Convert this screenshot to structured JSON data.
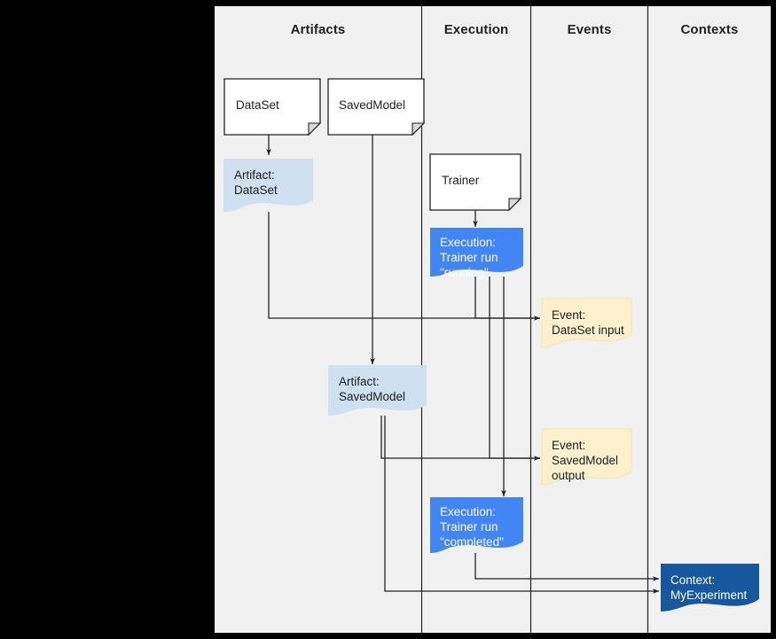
{
  "canvas": {
    "background_color": "#f1f1f1",
    "outer_background_color": "#000000",
    "divider_color": "#202124"
  },
  "columns": [
    {
      "id": "artifacts",
      "title": "Artifacts"
    },
    {
      "id": "execution",
      "title": "Execution"
    },
    {
      "id": "events",
      "title": "Events"
    },
    {
      "id": "contexts",
      "title": "Contexts"
    }
  ],
  "palette": {
    "type_box_fill": "#ffffff",
    "type_box_stroke": "#202124",
    "artifact_fill": "#cfe0f0",
    "execution_fill": "#4285f4",
    "event_fill": "#fdf0cd",
    "event_stroke": "#f5e3a8",
    "context_fill": "#16579d",
    "connector_color": "#202124"
  },
  "nodes": [
    {
      "id": "type-dataset",
      "kind": "type-box",
      "column": "artifacts",
      "label": "DataSet"
    },
    {
      "id": "type-savedmodel",
      "kind": "type-box",
      "column": "artifacts",
      "label": "SavedModel"
    },
    {
      "id": "type-trainer",
      "kind": "type-box",
      "column": "execution",
      "label": "Trainer"
    },
    {
      "id": "artifact-dataset",
      "kind": "artifact",
      "column": "artifacts",
      "label": "Artifact:\nDataSet"
    },
    {
      "id": "artifact-savedmodel",
      "kind": "artifact",
      "column": "artifacts",
      "label": "Artifact:\nSavedModel"
    },
    {
      "id": "execution-running",
      "kind": "execution",
      "column": "execution",
      "label": "Execution:\nTrainer run\n\"running\""
    },
    {
      "id": "execution-completed",
      "kind": "execution",
      "column": "execution",
      "label": "Execution:\nTrainer run\n\"completed\""
    },
    {
      "id": "event-dataset-input",
      "kind": "event",
      "column": "events",
      "label": "Event:\nDataSet input"
    },
    {
      "id": "event-savedmodel-output",
      "kind": "event",
      "column": "events",
      "label": "Event:\nSavedModel\noutput"
    },
    {
      "id": "context-myexperiment",
      "kind": "context",
      "column": "contexts",
      "label": "Context:\nMyExperiment"
    }
  ],
  "edges": [
    {
      "id": "e1",
      "from": "type-dataset",
      "to": "artifact-dataset",
      "arrow": true
    },
    {
      "id": "e2",
      "from": "type-savedmodel",
      "to": "artifact-savedmodel",
      "arrow": true
    },
    {
      "id": "e3",
      "from": "type-trainer",
      "to": "execution-running",
      "arrow": true
    },
    {
      "id": "e4",
      "from": "artifact-dataset",
      "to": "event-dataset-input",
      "arrow": true
    },
    {
      "id": "e5",
      "from": "execution-running",
      "to": "event-dataset-input",
      "arrow": true
    },
    {
      "id": "e6",
      "from": "execution-running",
      "to": "event-savedmodel-output",
      "arrow": true
    },
    {
      "id": "e7",
      "from": "execution-running",
      "to": "execution-completed",
      "arrow": true
    },
    {
      "id": "e8",
      "from": "artifact-savedmodel",
      "to": "event-savedmodel-output",
      "arrow": true
    },
    {
      "id": "e9",
      "from": "artifact-savedmodel",
      "to": "context-myexperiment",
      "arrow": true
    },
    {
      "id": "e10",
      "from": "execution-completed",
      "to": "context-myexperiment",
      "arrow": true
    }
  ]
}
